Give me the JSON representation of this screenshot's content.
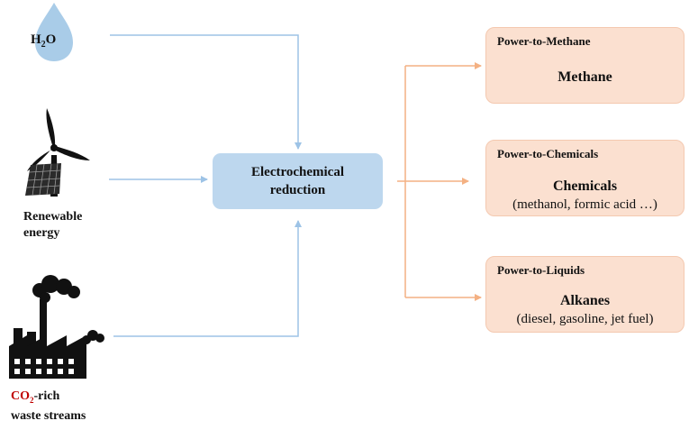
{
  "inputs": {
    "water": {
      "formula": "H",
      "subscript": "2",
      "formula_tail": "O"
    },
    "renewable": {
      "line1": "Renewable",
      "line2": "energy"
    },
    "co2": {
      "prefix": "CO",
      "subscript": "2",
      "suffix": "-rich",
      "line2": "waste streams"
    }
  },
  "center": {
    "line1": "Electrochemical",
    "line2": "reduction"
  },
  "products": [
    {
      "pathway": "Power-to-Methane",
      "name": "Methane",
      "detail": ""
    },
    {
      "pathway": "Power-to-Chemicals",
      "name": "Chemicals",
      "detail": "(methanol, formic acid …)"
    },
    {
      "pathway": "Power-to-Liquids",
      "name": "Alkanes",
      "detail": "(diesel, gasoline, jet fuel)"
    }
  ],
  "colors": {
    "input_arrows": "#9dc3e6",
    "output_arrows": "#f4b183",
    "center_box": "#bdd7ee",
    "product_box": "#fbe0d0",
    "co2_highlight": "#c00000"
  }
}
